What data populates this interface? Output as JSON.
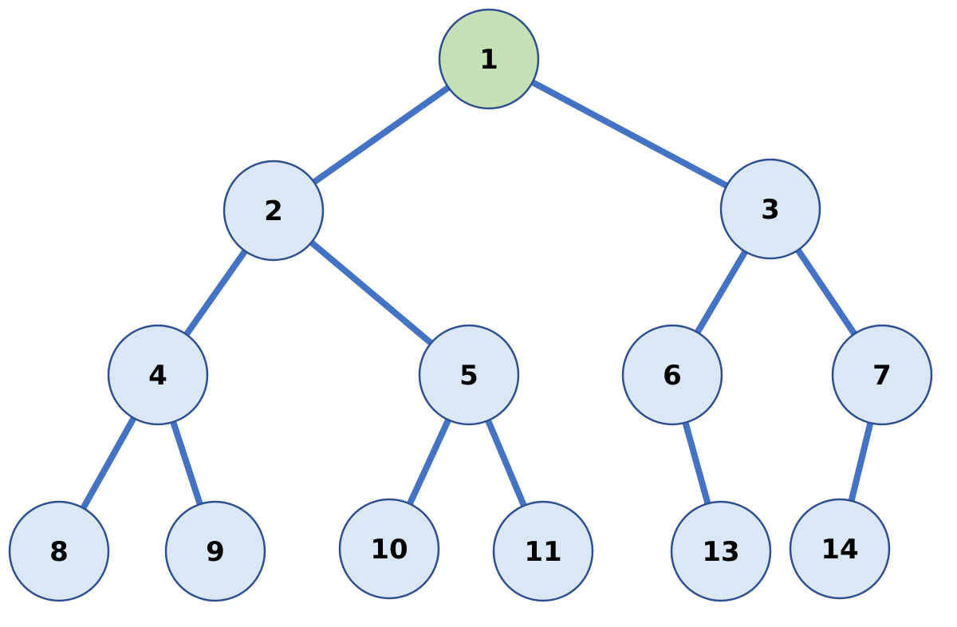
{
  "tree": {
    "colors": {
      "root_fill": "#c5e0b4",
      "node_fill": "#dae8f6",
      "node_stroke": "#2f4f8f",
      "edge": "#4472c4"
    },
    "nodes": [
      {
        "id": "n1",
        "label": "1",
        "role": "root"
      },
      {
        "id": "n2",
        "label": "2",
        "role": "node"
      },
      {
        "id": "n3",
        "label": "3",
        "role": "node"
      },
      {
        "id": "n4",
        "label": "4",
        "role": "node"
      },
      {
        "id": "n5",
        "label": "5",
        "role": "node"
      },
      {
        "id": "n6",
        "label": "6",
        "role": "node"
      },
      {
        "id": "n7",
        "label": "7",
        "role": "node"
      },
      {
        "id": "n8",
        "label": "8",
        "role": "node"
      },
      {
        "id": "n9",
        "label": "9",
        "role": "node"
      },
      {
        "id": "n10",
        "label": "10",
        "role": "node"
      },
      {
        "id": "n11",
        "label": "11",
        "role": "node"
      },
      {
        "id": "n13",
        "label": "13",
        "role": "node"
      },
      {
        "id": "n14",
        "label": "14",
        "role": "node"
      }
    ],
    "edges": [
      {
        "from": "n1",
        "to": "n2"
      },
      {
        "from": "n1",
        "to": "n3"
      },
      {
        "from": "n2",
        "to": "n4"
      },
      {
        "from": "n2",
        "to": "n5"
      },
      {
        "from": "n3",
        "to": "n6"
      },
      {
        "from": "n3",
        "to": "n7"
      },
      {
        "from": "n4",
        "to": "n8"
      },
      {
        "from": "n4",
        "to": "n9"
      },
      {
        "from": "n5",
        "to": "n10"
      },
      {
        "from": "n5",
        "to": "n11"
      },
      {
        "from": "n6",
        "to": "n13"
      },
      {
        "from": "n7",
        "to": "n14"
      }
    ]
  }
}
